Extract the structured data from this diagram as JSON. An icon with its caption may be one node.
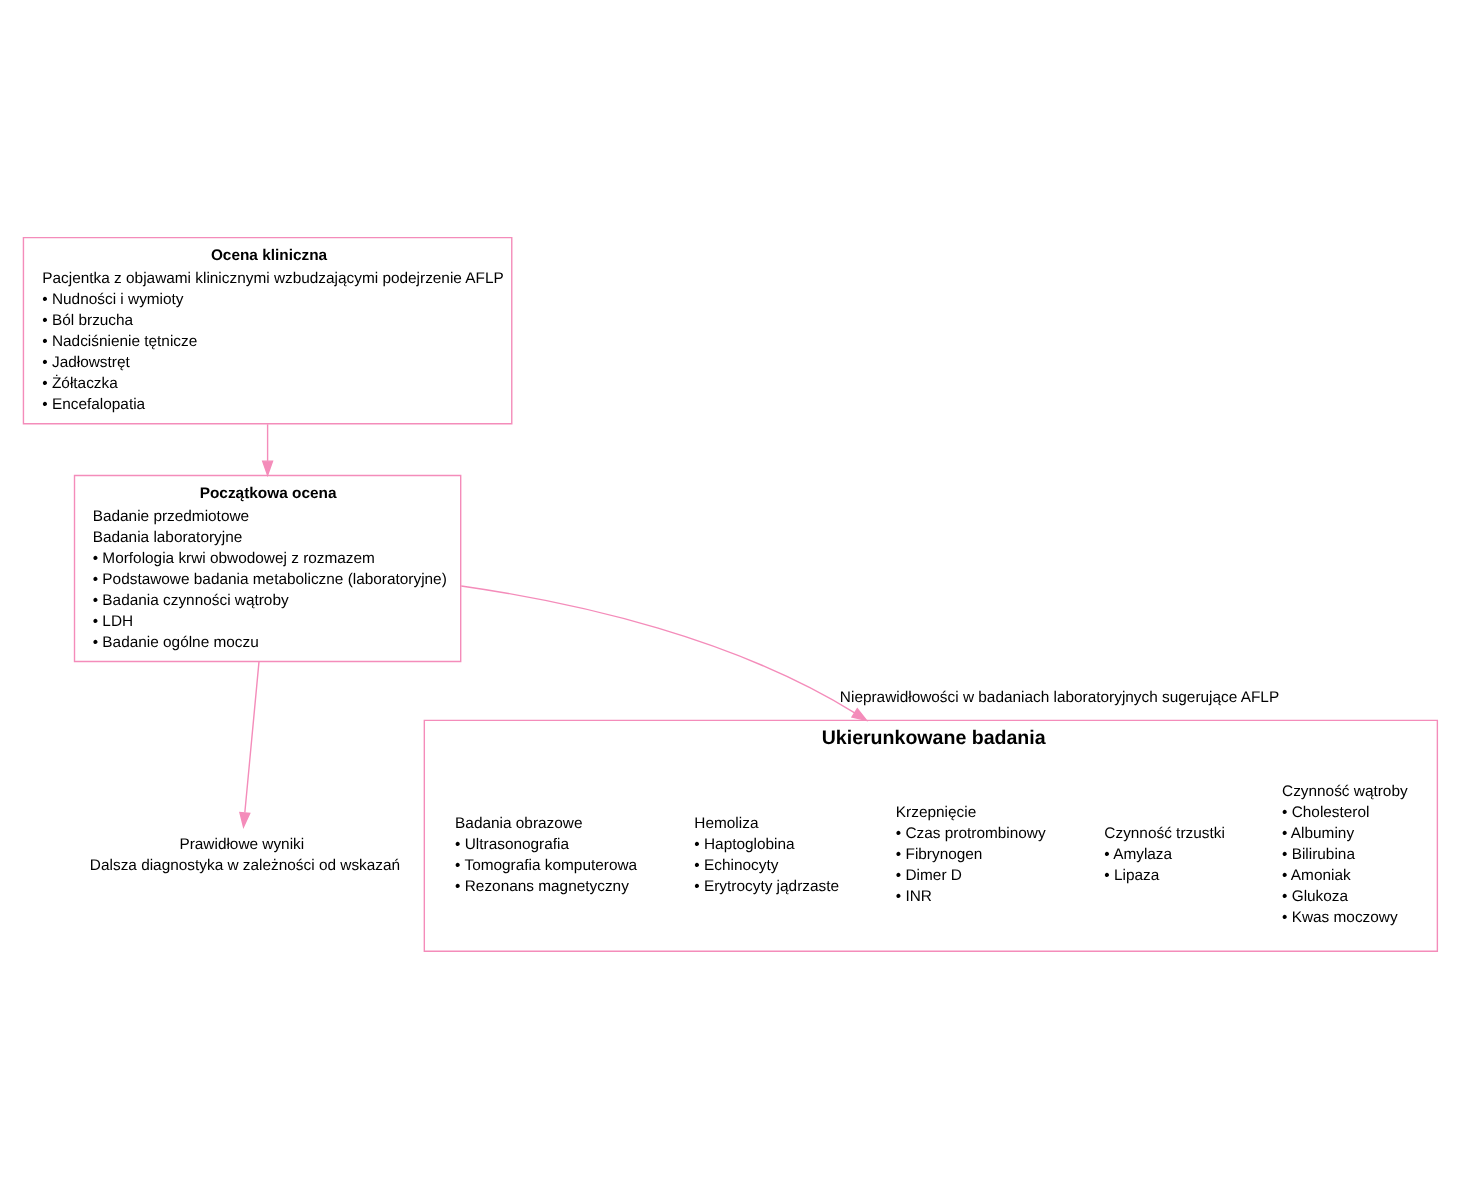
{
  "diagram": {
    "nodes": [
      {
        "text": [
          "Ocena kliniczna",
          "Pacjentka z objawami klinicznymi wzbudzającymi podejrzenie AFLP",
          "• Nudności i wymioty",
          "• Ból brzucha",
          "• Nadciśnienie tętnicze",
          "• Jadłowstręt",
          "• Żółtaczka",
          "• Encefalopatia"
        ]
      },
      {
        "text": [
          "Początkowa ocena",
          "Badanie przedmiotowe",
          "Badania laboratoryjne",
          "• Morfologia krwi obwodowej z rozmazem",
          "• Podstawowe badania metaboliczne (laboratoryjne)",
          "• Badania czynności wątroby",
          "• LDH",
          "• Badanie ogólne moczu"
        ]
      },
      {
        "text": [
          "Prawidłowe wyniki",
          "Dalsza diagnostyka w zależności od wskazań"
        ]
      },
      {
        "text": [
          "Ukierunkowane badania"
        ]
      },
      {
        "text": [
          "Czynność wątroby",
          "• Cholesterol",
          "• Albuminy",
          "• Bilirubina",
          "• Amoniak",
          "• Glukoza",
          "• Kwas moczowy"
        ],
        "in": 3
      },
      {
        "text": [
          "Czynność trzustki",
          "• Amylaza",
          "• Lipaza"
        ],
        "in": 3
      },
      {
        "text": [
          "Krzepnięcie",
          "• Czas protrombinowy",
          "• Fibrynogen",
          "• Dimer D",
          "• INR"
        ],
        "in": 3
      },
      {
        "text": [
          "Hemoliza",
          "• Haptoglobina",
          "• Echinocyty",
          "• Erytrocyty jądrzaste"
        ],
        "in": 3
      },
      {
        "text": [
          "Badania obrazowe",
          "• Ultrasonografia",
          "• Tomografia komputerowa",
          "• Rezonans magnetyczny"
        ],
        "in": 3
      }
    ],
    "edges": [
      {
        "from": 0,
        "to": 1,
        "arrow": "to"
      },
      {
        "from": 1,
        "to": 3,
        "arrow": "to",
        "label": "Nieprawidłowości w badaniach laboratoryjnych sugerujące AFLP"
      },
      {
        "from": 1,
        "to": 2,
        "arrow": "to"
      }
    ]
  }
}
